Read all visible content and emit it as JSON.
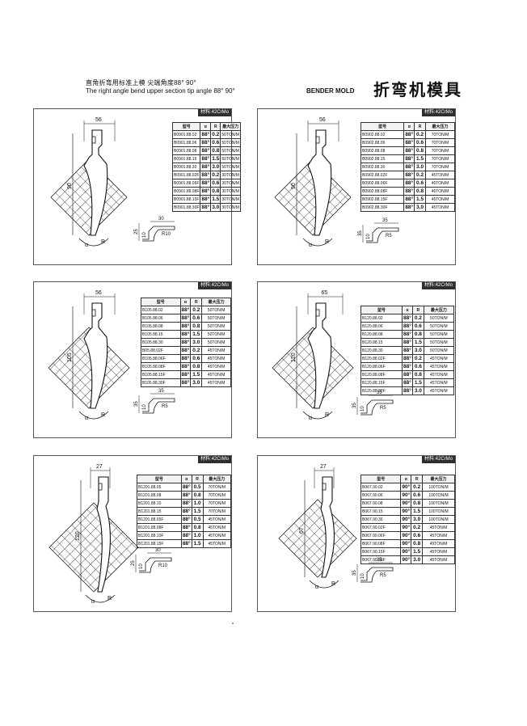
{
  "header": {
    "cn_line": "直角折弯用标准上模  尖端角度88°  90°",
    "en_line": "The right angle bend  upper section tip angle 88°  90°",
    "bender_mold": "BENDER MOLD",
    "big_title": "折弯机模具"
  },
  "columns": {
    "model": "型号",
    "alpha": "α",
    "r": "R",
    "pressure": "最大压力"
  },
  "symbols": {
    "alpha": "α",
    "r": "R"
  },
  "panels": [
    {
      "material": "材料:42CrMo",
      "top_dim": "56",
      "height_dim": "90",
      "profile": {
        "h": "25",
        "a": "30",
        "hs": "10",
        "r": "R10"
      },
      "rows": [
        [
          "B0901.88.02",
          "88°",
          "0.2",
          "50TON/M"
        ],
        [
          "B0901.88.06",
          "88°",
          "0.6",
          "50TON/M"
        ],
        [
          "B0901.88.08",
          "88°",
          "0.8",
          "50TON/M"
        ],
        [
          "B0901.88.15",
          "88°",
          "1.5",
          "50TON/M"
        ],
        [
          "B0901.88.30",
          "88°",
          "3.0",
          "50TON/M"
        ],
        [
          "B0901.88.02F",
          "88°",
          "0.2",
          "30TON/M"
        ],
        [
          "B0901.88.06F",
          "88°",
          "0.6",
          "30TON/M"
        ],
        [
          "B0901.88.08F",
          "88°",
          "0.8",
          "30TON/M"
        ],
        [
          "B0901.88.15F",
          "88°",
          "1.5",
          "30TON/M"
        ],
        [
          "B0901.88.30F",
          "88°",
          "3.0",
          "30TON/M"
        ]
      ]
    },
    {
      "material": "材料:42CrMo",
      "top_dim": "56",
      "height_dim": "90",
      "profile": {
        "h": "35",
        "a": "35",
        "hs": "10",
        "r": "R5"
      },
      "rows": [
        [
          "B0902.88.02",
          "88°",
          "0.2",
          "70TON/M"
        ],
        [
          "B0902.88.06",
          "88°",
          "0.6",
          "70TON/M"
        ],
        [
          "B0902.88.08",
          "88°",
          "0.8",
          "70TON/M"
        ],
        [
          "B0902.88.15",
          "88°",
          "1.5",
          "70TON/M"
        ],
        [
          "B0902.88.30",
          "88°",
          "3.0",
          "70TON/M"
        ],
        [
          "B0902.88.02F",
          "88°",
          "0.2",
          "45TON/M"
        ],
        [
          "B0902.88.06F",
          "88°",
          "0.6",
          "45TON/M"
        ],
        [
          "B0902.88.08F",
          "88°",
          "0.8",
          "45TON/M"
        ],
        [
          "B0902.88.15F",
          "88°",
          "1.5",
          "45TON/M"
        ],
        [
          "B0902.88.30F",
          "88°",
          "3.0",
          "45TON/M"
        ]
      ]
    },
    {
      "material": "材料:42CrMo",
      "top_dim": "56",
      "height_dim": "105",
      "profile": {
        "h": "35",
        "a": "35",
        "hs": "10",
        "r": "R5"
      },
      "rows": [
        [
          "B105.88.02",
          "88°",
          "0.2",
          "50TON/M"
        ],
        [
          "B105.88.06",
          "88°",
          "0.6",
          "50TON/M"
        ],
        [
          "B105.88.08",
          "88°",
          "0.8",
          "50TON/M"
        ],
        [
          "B105.88.15",
          "88°",
          "1.5",
          "50TON/M"
        ],
        [
          "B105.88.30",
          "88°",
          "3.0",
          "50TON/M"
        ],
        [
          "B05.88.02F",
          "88°",
          "0.2",
          "45TON/M"
        ],
        [
          "B105.88.06F",
          "88°",
          "0.6",
          "45TON/M"
        ],
        [
          "B105.88.08F",
          "88°",
          "0.8",
          "45TON/M"
        ],
        [
          "B105.88.15F",
          "88°",
          "1.5",
          "45TON/M"
        ],
        [
          "B105.88.30F",
          "88°",
          "3.0",
          "45TON/M"
        ]
      ]
    },
    {
      "material": "材料:42CrMo",
      "top_dim": "65",
      "height_dim": "120",
      "profile": {
        "h": "35",
        "a": "35",
        "hs": "10",
        "r": "R5"
      },
      "rows": [
        [
          "B120.88.02",
          "88°",
          "0.2",
          "50TON/M"
        ],
        [
          "B120.88.06",
          "88°",
          "0.6",
          "50TON/M"
        ],
        [
          "B120.88.08",
          "88°",
          "0.8",
          "50TON/M"
        ],
        [
          "B120.88.15",
          "88°",
          "1.5",
          "50TON/M"
        ],
        [
          "B120.88.30",
          "88°",
          "3.0",
          "50TON/M"
        ],
        [
          "B120.88.02F",
          "88°",
          "0.2",
          "45TON/M"
        ],
        [
          "B120.88.06F",
          "88°",
          "0.6",
          "45TON/M"
        ],
        [
          "B120.88.08F",
          "88°",
          "0.8",
          "45TON/M"
        ],
        [
          "B120.88.15F",
          "88°",
          "1.5",
          "45TON/M"
        ],
        [
          "B120.88.30F",
          "88°",
          "3.0",
          "45TON/M"
        ]
      ]
    },
    {
      "material": "材料:42CrMo",
      "top_dim": "27",
      "height_dim": "120",
      "profile": {
        "h": "25",
        "a": "30",
        "hs": "10",
        "r": "R10"
      },
      "rows": [
        [
          "B1201.88.05",
          "88°",
          "0.5",
          "70TON/M"
        ],
        [
          "B1201.88.08",
          "88°",
          "0.8",
          "70TON/M"
        ],
        [
          "B1201.88.10",
          "88°",
          "1.0",
          "70TON/M"
        ],
        [
          "B1201.88.15",
          "88°",
          "1.5",
          "70TON/M"
        ],
        [
          "B1201.88.05F",
          "88°",
          "0.5",
          "45TON/M"
        ],
        [
          "B1201.88.08F",
          "88°",
          "0.8",
          "45TON/M"
        ],
        [
          "B1201.88.10F",
          "88°",
          "1.0",
          "45TON/M"
        ],
        [
          "B1201.88.15F",
          "88°",
          "1.5",
          "45TON/M"
        ]
      ]
    },
    {
      "material": "材料:42CrMo",
      "top_dim": "27",
      "height_dim": "67",
      "profile": {
        "h": "35",
        "a": "35",
        "hs": "10",
        "r": "R5"
      },
      "rows": [
        [
          "B067.90.02",
          "90°",
          "0.2",
          "100TON/M"
        ],
        [
          "B067.90.06",
          "90°",
          "0.6",
          "100TON/M"
        ],
        [
          "B067.90.08",
          "90°",
          "0.8",
          "100TON/M"
        ],
        [
          "B067.90.15",
          "90°",
          "1.5",
          "100TON/M"
        ],
        [
          "B067.90.30",
          "90°",
          "3.0",
          "100TON/M"
        ],
        [
          "B067.90.02F",
          "90°",
          "0.2",
          "45TON/M"
        ],
        [
          "B067.90.06F",
          "90°",
          "0.6",
          "45TON/M"
        ],
        [
          "B067.90.08F",
          "90°",
          "0.8",
          "45TON/M"
        ],
        [
          "B067.90.15F",
          "90°",
          "1.5",
          "45TON/M"
        ],
        [
          "B067.90.30F",
          "90°",
          "3.0",
          "45TON/M"
        ]
      ]
    }
  ]
}
